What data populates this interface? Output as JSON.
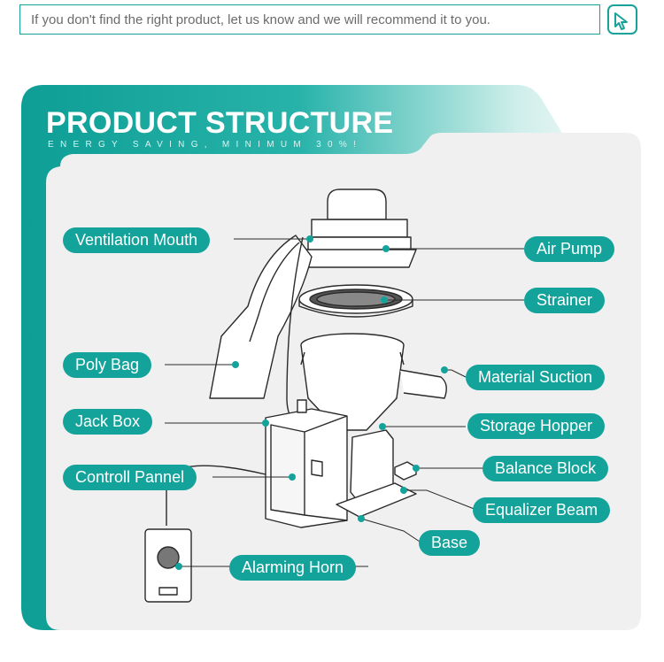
{
  "banner": {
    "text": "If you don't find the right product, let us know and we will recommend it to you.",
    "cursor_icon": "cursor-arrow-icon"
  },
  "section": {
    "title": "PRODUCT STRUCTURE",
    "subtitle": "ENERGY SAVING, MINIMUM 30%!"
  },
  "labels": {
    "ventilation_mouth": "Ventilation Mouth",
    "poly_bag": "Poly Bag",
    "jack_box": "Jack Box",
    "control_panel": "Controll Pannel",
    "alarming_horn": "Alarming Horn",
    "air_pump": "Air Pump",
    "strainer": "Strainer",
    "material_suction": "Material Suction",
    "storage_hopper": "Storage Hopper",
    "balance_block": "Balance Block",
    "equalizer_beam": "Equalizer Beam",
    "base": "Base"
  },
  "colors": {
    "accent": "#14a39b",
    "panel": "#f0f0f0",
    "line": "#222222"
  }
}
